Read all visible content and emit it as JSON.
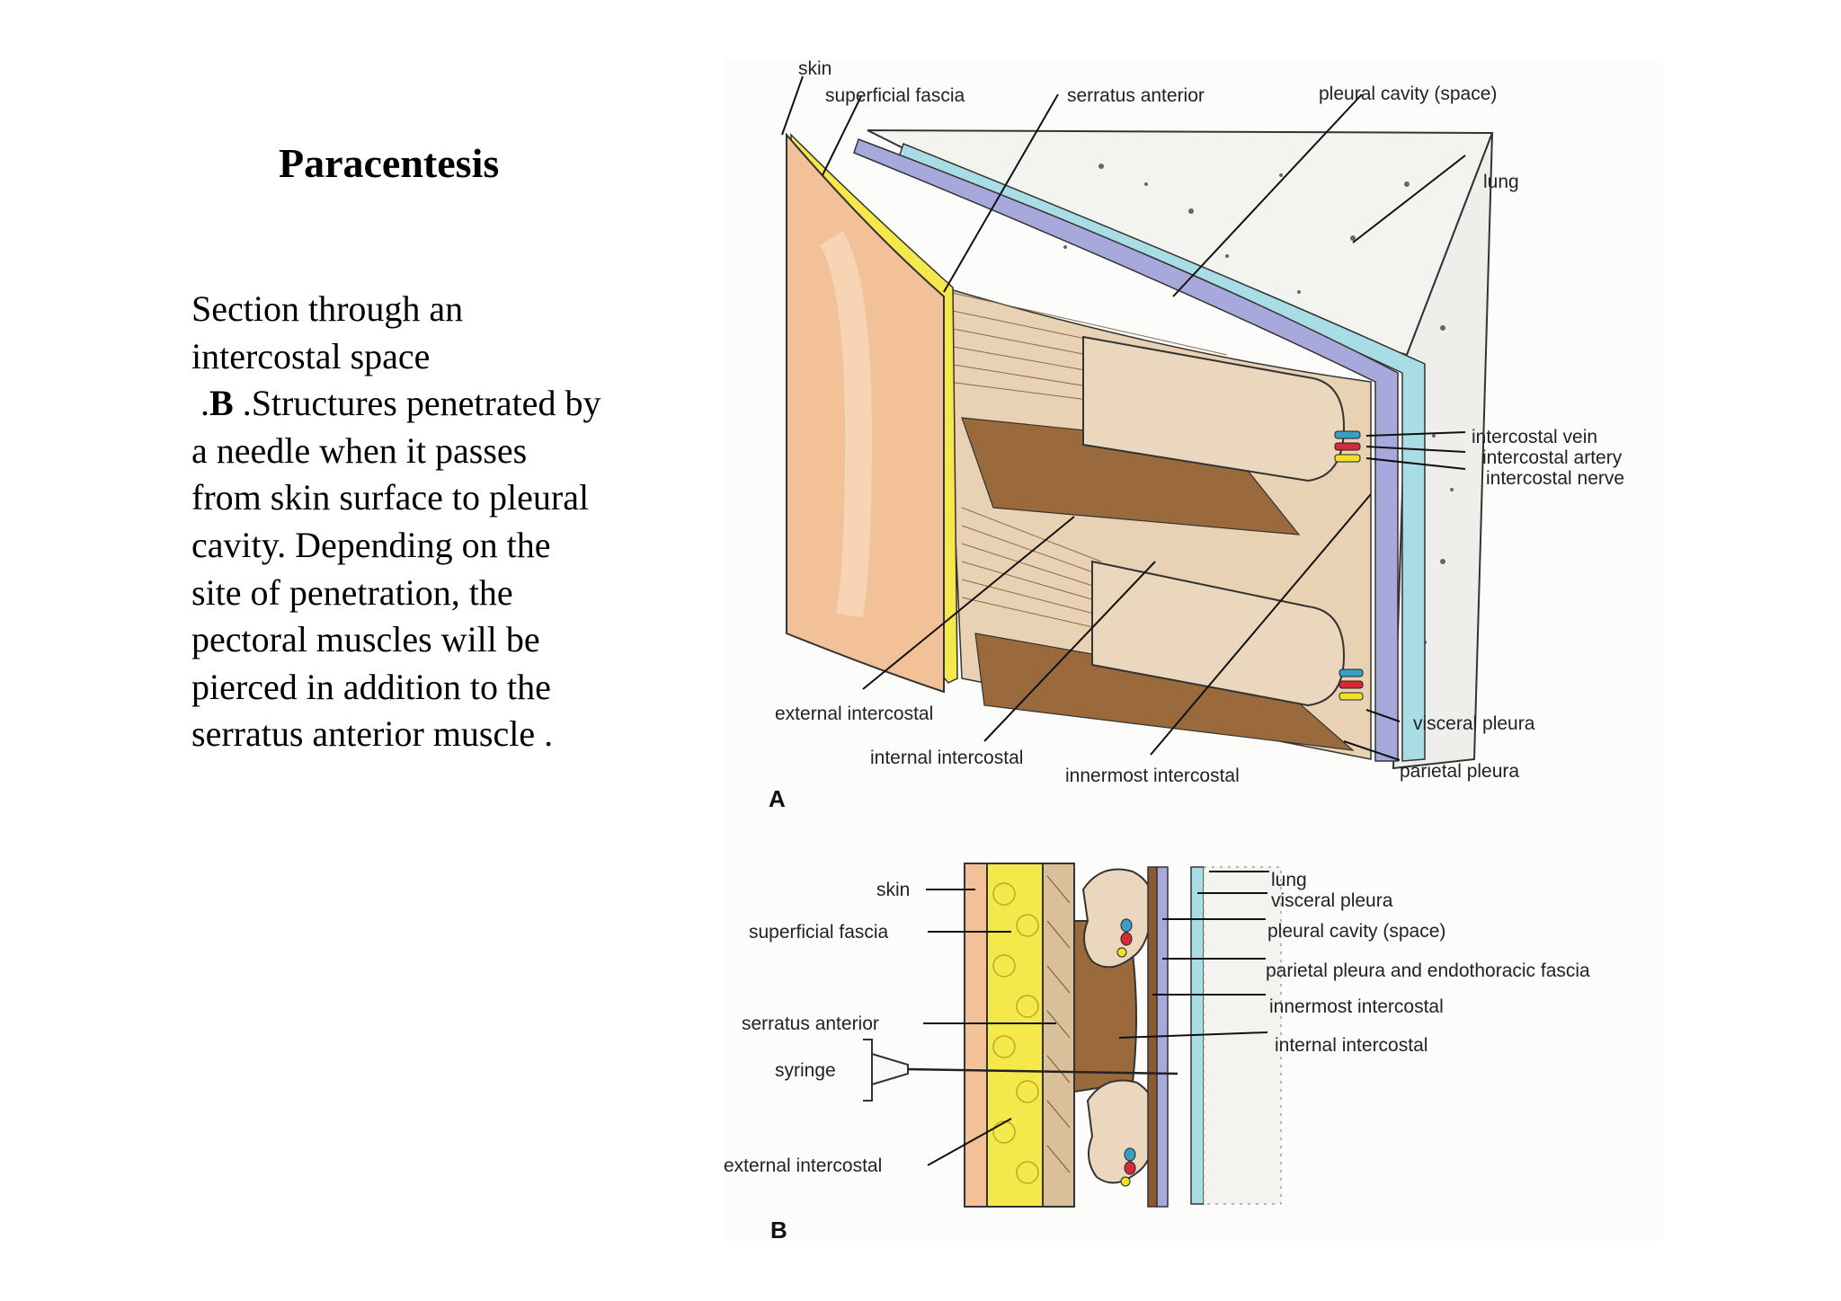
{
  "slide": {
    "title": "Paracentesis",
    "body": {
      "line1": "Section through an",
      "line2": "intercostal space",
      "line3_prefix": ".",
      "line3_bold": "B",
      "line3_rest": " .Structures penetrated by",
      "line4": "a needle when it passes",
      "line5": "from skin surface to pleural",
      "line6": "cavity. Depending on the",
      "line7": "site of penetration, the",
      "line8": "pectoral muscles will be",
      "line9": "pierced in addition to the",
      "line10": "serratus anterior muscle ."
    }
  },
  "figure_a": {
    "panel_letter": "A",
    "labels": {
      "skin": "skin",
      "superficial_fascia": "superficial fascia",
      "serratus_anterior": "serratus anterior",
      "pleural_cavity": "pleural cavity (space)",
      "lung": "lung",
      "intercostal_vein": "intercostal vein",
      "intercostal_artery": "intercostal artery",
      "intercostal_nerve": "intercostal nerve",
      "external_intercostal": "external intercostal",
      "internal_intercostal": "internal intercostal",
      "innermost_intercostal": "innermost intercostal",
      "visceral_pleura": "visceral pleura",
      "parietal_pleura": "parietal pleura"
    }
  },
  "figure_b": {
    "panel_letter": "B",
    "labels": {
      "skin": "skin",
      "superficial_fascia": "superficial fascia",
      "serratus_anterior": "serratus anterior",
      "syringe": "syringe",
      "external_intercostal": "external intercostal",
      "lung": "lung",
      "visceral_pleura": "visceral pleura",
      "pleural_cavity": "pleural cavity (space)",
      "parietal_pleura": "parietal pleura and endothoracic fascia",
      "innermost_intercostal": "innermost intercostal",
      "internal_intercostal": "internal intercostal"
    }
  },
  "colors": {
    "skin": "#f2c197",
    "fascia": "#f5e84a",
    "muscle_light": "#e9d2b4",
    "muscle_dark": "#9a6a3c",
    "rib": "#ead7bd",
    "parietal_pleura": "#a7a8dc",
    "visceral_pleura": "#a9dde6",
    "lung": "#f3f3f0",
    "vein": "#3a9fc8",
    "artery": "#d42a3c",
    "nerve": "#f2df2a"
  }
}
